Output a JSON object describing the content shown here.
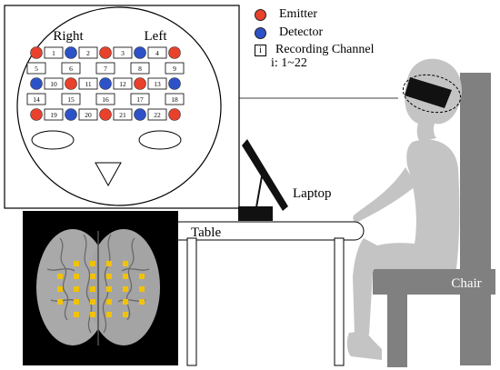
{
  "head_map": {
    "right_label": "Right",
    "left_label": "Left",
    "channels": [
      "1",
      "2",
      "3",
      "4",
      "5",
      "6",
      "7",
      "8",
      "9",
      "10",
      "11",
      "12",
      "13",
      "14",
      "15",
      "16",
      "17",
      "18",
      "19",
      "20",
      "21",
      "22"
    ]
  },
  "legend": {
    "emitter_label": "Emitter",
    "detector_label": "Detector",
    "channel_symbol": "i",
    "channel_label": "Recording Channel",
    "channel_range": "i: 1~22"
  },
  "scene": {
    "laptop_label": "Laptop",
    "table_label": "Table",
    "chair_label": "Chair"
  },
  "colors": {
    "emitter": "#e8412c",
    "detector": "#2d52c8",
    "silhouette": "#c4c4c4",
    "chair": "#808080",
    "brain_background": "#000000",
    "channel_marker": "#f2c200"
  }
}
